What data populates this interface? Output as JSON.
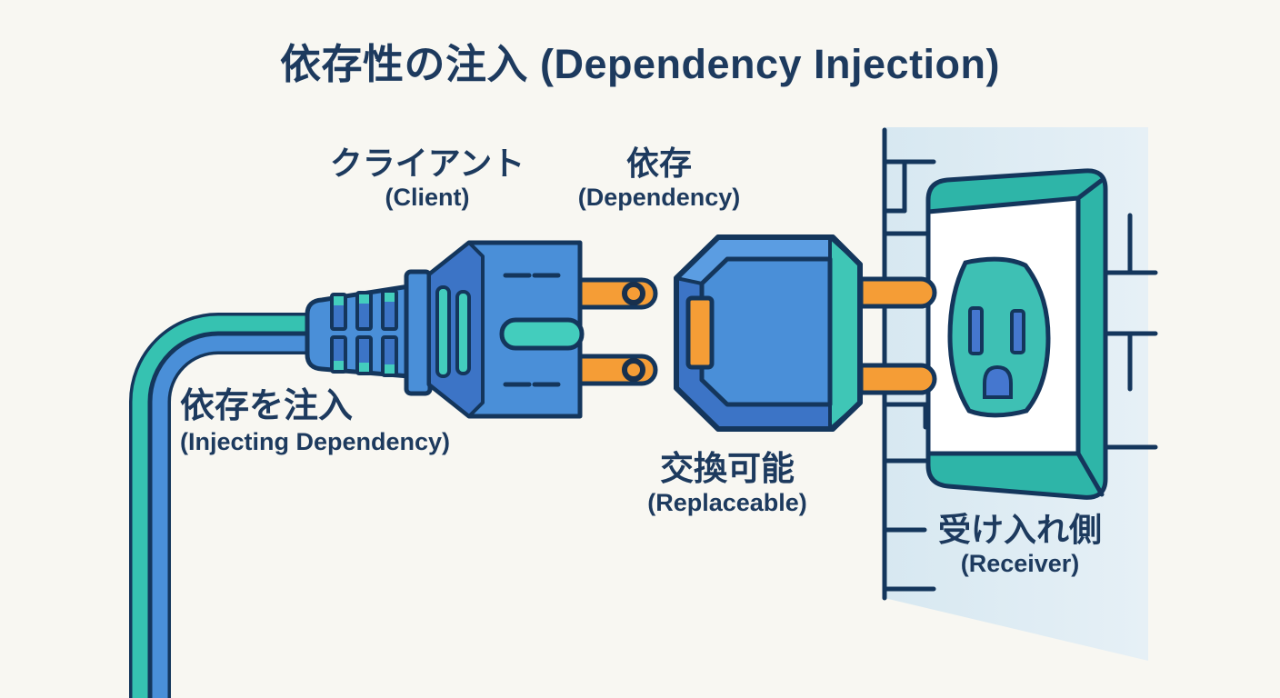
{
  "title": "依存性の注入 (Dependency Injection)",
  "labels": {
    "client": {
      "jp": "クライアント",
      "en": "(Client)"
    },
    "dependency": {
      "jp": "依存",
      "en": "(Dependency)"
    },
    "injecting": {
      "jp": "依存を注入",
      "en": "(Injecting Dependency)"
    },
    "replaceable": {
      "jp": "交換可能",
      "en": "(Replaceable)"
    },
    "receiver": {
      "jp": "受け入れ側",
      "en": "(Receiver)"
    }
  },
  "colors": {
    "background": "#f8f7f2",
    "text_navy": "#1d3a5e",
    "outline_navy": "#14365c",
    "plug_blue": "#4a8fd8",
    "plug_blue_dark": "#3c74c6",
    "plug_blue_light": "#5b9de2",
    "teal": "#2eb5a8",
    "teal_light": "#43cdbd",
    "receptacle_teal": "#3ec0b4",
    "prong_orange": "#f59d36",
    "wall_pale_blue": "#dce9f2",
    "slot_blue": "#4577cf"
  },
  "icons": {
    "cable": "power-cable",
    "plug": "client-plug-icon",
    "adapter": "dependency-adapter-icon",
    "outlet": "wall-outlet-icon"
  }
}
